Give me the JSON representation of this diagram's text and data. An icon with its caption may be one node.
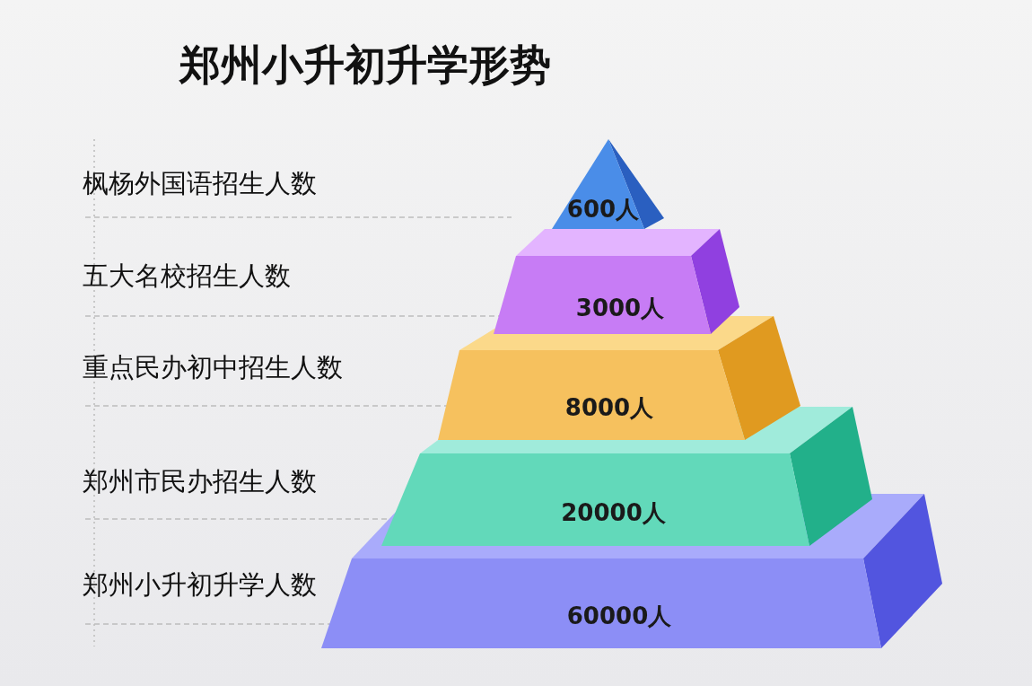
{
  "diagram": {
    "title": "郑州小升初升学形势",
    "nodes": [
      {
        "text": [
          "600人"
        ]
      },
      {
        "text": [
          "3000人"
        ]
      },
      {
        "text": [
          "8000人"
        ]
      },
      {
        "text": [
          "20000人"
        ]
      },
      {
        "text": [
          "60000人"
        ]
      }
    ],
    "labels": [
      "枫杨外国语招生人数",
      "五大名校招生人数",
      "重点民办初中招生人数",
      "郑州市民办招生人数",
      "郑州小升初升学人数"
    ]
  }
}
